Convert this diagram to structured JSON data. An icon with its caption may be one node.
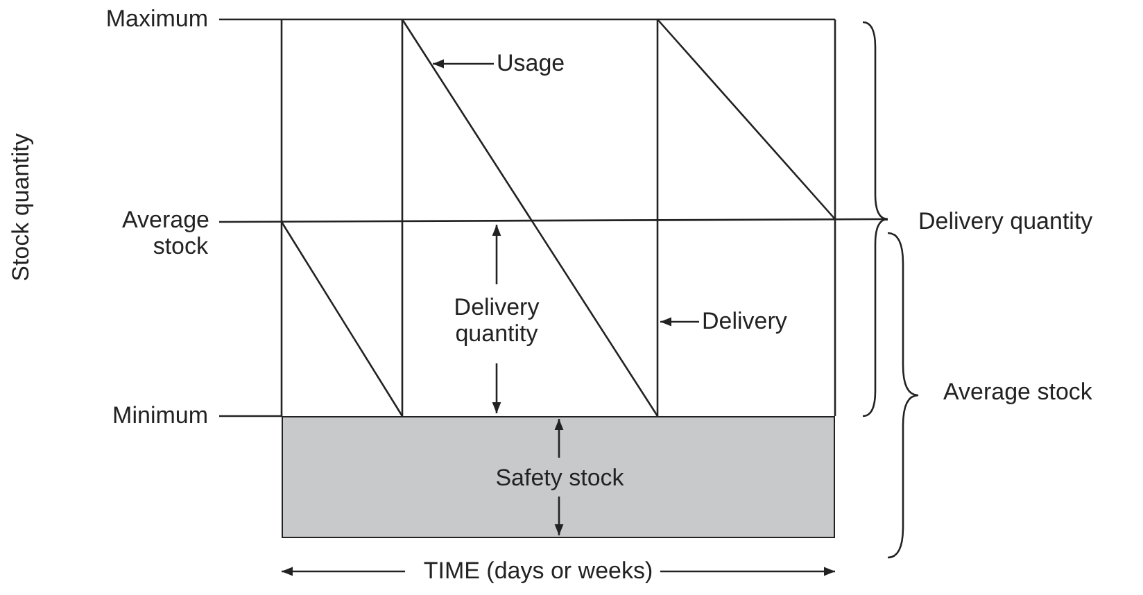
{
  "diagram": {
    "nodes": [
      {
        "text": [
          "Safety stock"
        ]
      },
      {
        "text": [
          "Usage"
        ]
      },
      {
        "text": [
          "Delivery"
        ]
      }
    ],
    "edges": [
      {
        "from": 1,
        "to": null,
        "arrow": "to"
      },
      {
        "from": 2,
        "to": null,
        "arrow": "to"
      }
    ],
    "labels": [
      "Maximum",
      "Stock quantity",
      "Average stock",
      "Delivery quantity",
      "Delivery quantity",
      "Minimum",
      "Average stock",
      "TIME (days or weeks)"
    ]
  }
}
